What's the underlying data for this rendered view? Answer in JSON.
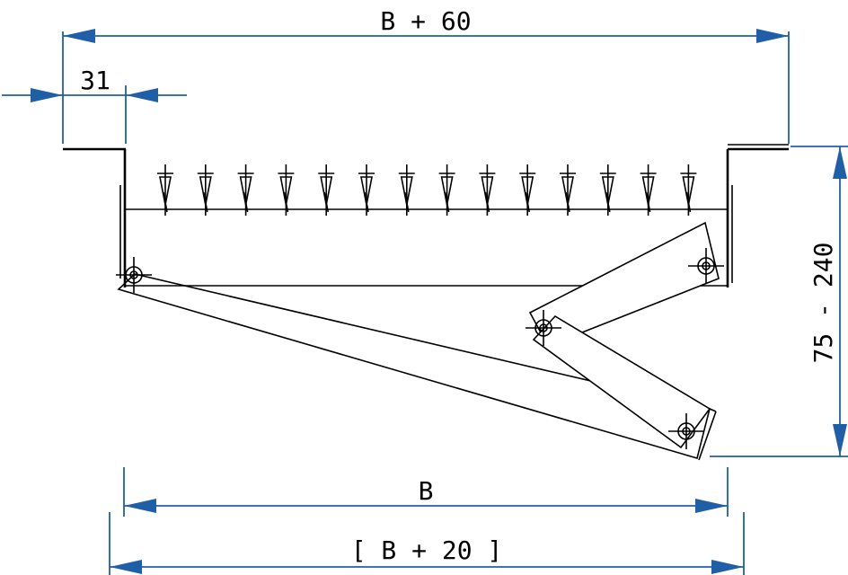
{
  "dimensions": {
    "overall_width": "B + 60",
    "flange": "31",
    "height_range": "75 - 240",
    "inner_width": "B",
    "bracket_width": "[ B + 20 ]"
  },
  "colors": {
    "dimension_lines": "#1f5fa8",
    "drawing_lines": "#000000",
    "background": "#ffffff"
  },
  "blade_count": 14
}
